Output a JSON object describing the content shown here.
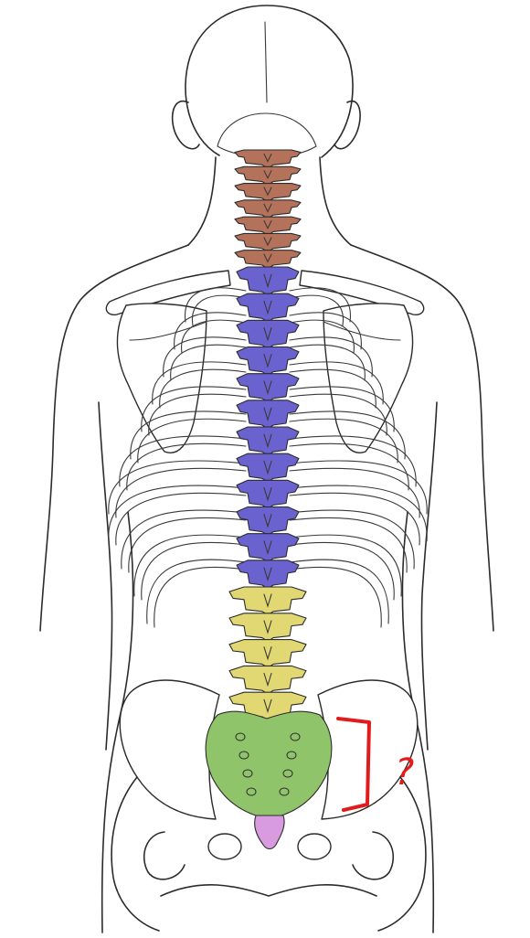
{
  "colors": {
    "cervical": "#b4725a",
    "thoracic": "#6a62cf",
    "lumbar": "#e2d873",
    "sacrum": "#8fc46b",
    "coccyx": "#d89be0",
    "annotation": "#e21c1c"
  },
  "vertebrae": {
    "cervical": 7,
    "thoracic": 12,
    "lumbar": 5
  },
  "annotation": {
    "mark": "?"
  }
}
